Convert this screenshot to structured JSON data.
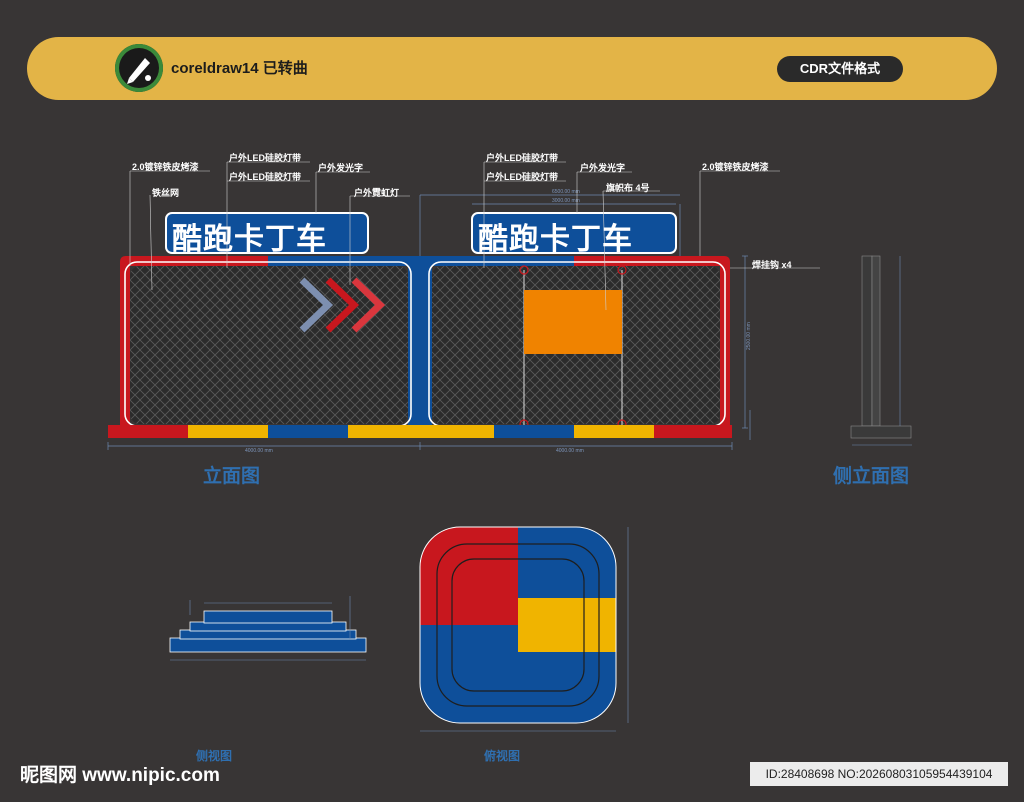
{
  "header": {
    "title": "coreldraw14  已转曲",
    "format_badge": "CDR文件格式",
    "logo_icon": "pen-nib-icon"
  },
  "sign": {
    "left_text": "酷跑卡丁车",
    "right_text": "酷跑卡丁车"
  },
  "callouts": {
    "galvanized_left": "2.0镀锌铁皮烤漆",
    "wire_mesh": "铁丝网",
    "led_strip_left_1": "户外LED硅胶灯带",
    "led_strip_left_2": "户外LED硅胶灯带",
    "luminous_letters_left": "户外发光字",
    "neon_light": "户外霓虹灯",
    "led_strip_right_1": "户外LED硅胶灯带",
    "led_strip_right_2": "户外LED硅胶灯带",
    "luminous_letters_right": "户外发光字",
    "flag_cloth": "旗帜布 4号",
    "galvanized_right": "2.0镀锌铁皮烤漆",
    "hooks": "焊挂钩 x4"
  },
  "views": {
    "elevation": "立面图",
    "side_elevation": "侧立面图",
    "side_view": "侧视图",
    "top_view": "俯视图"
  },
  "dimensions": {
    "width_left": "4000.00 mm",
    "width_right": "4000.00 mm",
    "top_span": "6500.00 mm",
    "flag_span": "3000.00 mm",
    "height": "2500.00 mm"
  },
  "colors": {
    "red": "#c8171e",
    "blue": "#0e4f9a",
    "yellow": "#f0b400",
    "orange": "#f08300",
    "accent_label": "#2f6fb0"
  },
  "footer": {
    "watermark": "昵图网 www.nipic.com",
    "id_text": "ID:28408698 NO:20260803105954439104"
  }
}
